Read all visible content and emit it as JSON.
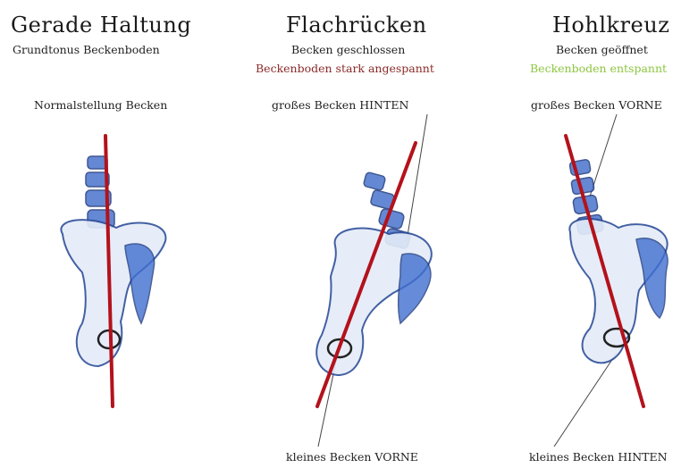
{
  "panels": [
    {
      "title": "Gerade Haltung",
      "subtitle": "Grundtonus Beckenboden",
      "state": "",
      "top_label": "Normalstellung Becken",
      "bottom_label": ""
    },
    {
      "title": "Flachrücken",
      "subtitle": "Becken geschlossen",
      "state": "Beckenboden stark angespannt",
      "top_label": "großes Becken HINTEN",
      "bottom_label": "kleines Becken VORNE"
    },
    {
      "title": "Hohlkreuz",
      "subtitle": "Becken geöffnet",
      "state": "Beckenboden entspannt",
      "top_label": "großes Becken VORNE",
      "bottom_label": "kleines Becken HINTEN"
    }
  ],
  "colors": {
    "axis_line": "#b3121c",
    "state_tense": "#8b2a2a",
    "state_relaxed": "#8cc63e",
    "bone_fill": "#dfe8f6",
    "bone_outline": "#2f4f9a",
    "vertebra": "#3a67c8"
  }
}
